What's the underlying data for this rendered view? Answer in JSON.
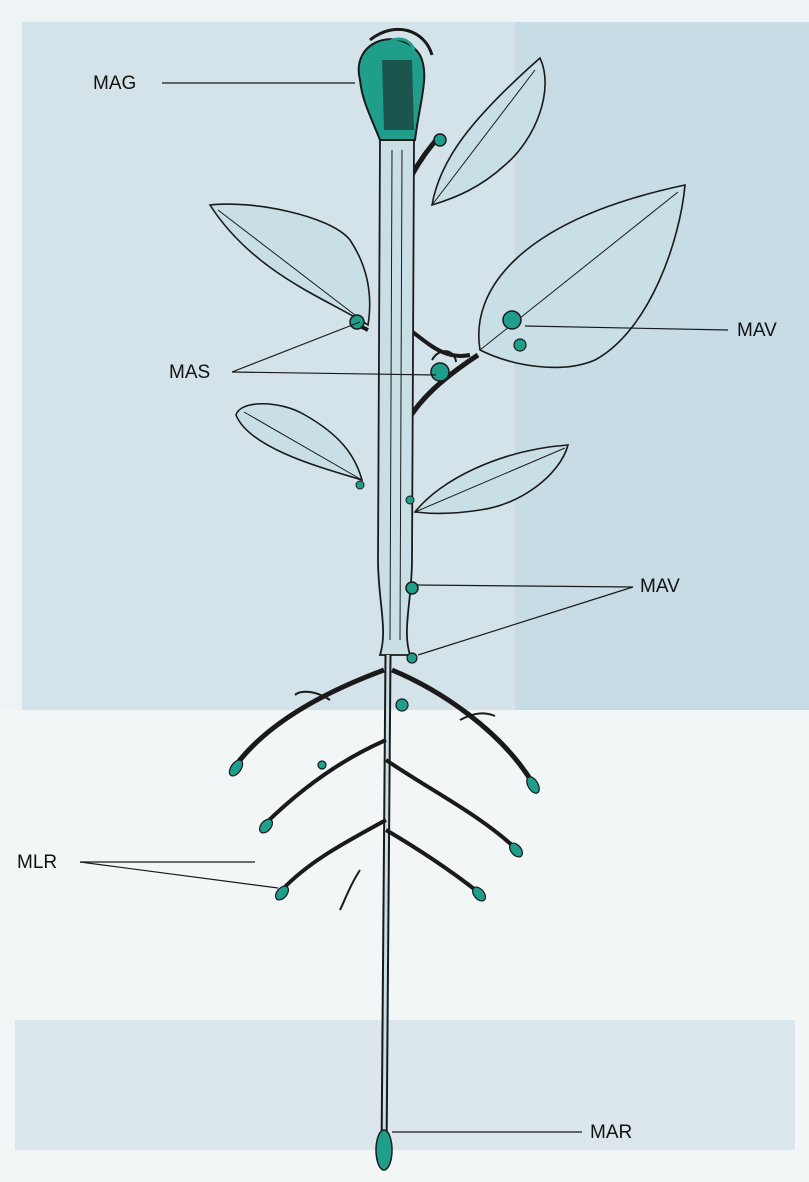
{
  "labels": {
    "mag": "MAG",
    "mas": "MAS",
    "mav_upper": "MAV",
    "mav_lower": "MAV",
    "mlr": "MLR",
    "mar": "MAR"
  },
  "colors": {
    "meristem": "#1f9e8c",
    "plant_fill": "#c9dfe6",
    "outline": "#1a1a1a"
  }
}
